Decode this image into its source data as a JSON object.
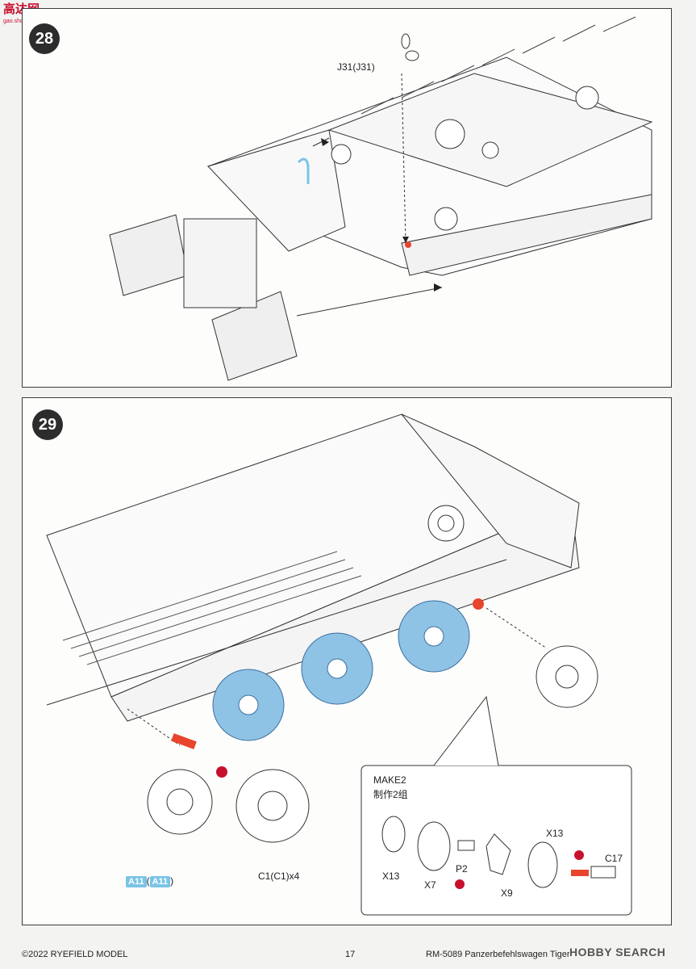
{
  "watermark_top": {
    "chars": "高达网",
    "domain": "gao.shou.com"
  },
  "step28": {
    "number": "28",
    "part_label": "J31(J31)"
  },
  "step29": {
    "number": "29",
    "make_title": "MAKE2",
    "make_subtitle": "制作2组",
    "labels": {
      "x13_left": "X13",
      "x7": "X7",
      "p2": "P2",
      "x9": "X9",
      "x13_right": "X13",
      "c17": "C17",
      "c1": "C1(C1)x4",
      "a11_first": "A11",
      "a11_paren_open": "(",
      "a11_second": "A11",
      "a11_paren_close": ")"
    }
  },
  "footer": {
    "copyright": "©2022 RYEFIELD MODEL",
    "page_number": "17",
    "product": "RM-5089 Panzerbefehlswagen Tiger Ausf.E"
  },
  "watermark_bottom": {
    "brand": "HOBBY SEARCH"
  },
  "colors": {
    "highlight_blue": "#7ac4e6",
    "highlight_red": "#e8452c",
    "glue_icon": "#c8102e"
  }
}
